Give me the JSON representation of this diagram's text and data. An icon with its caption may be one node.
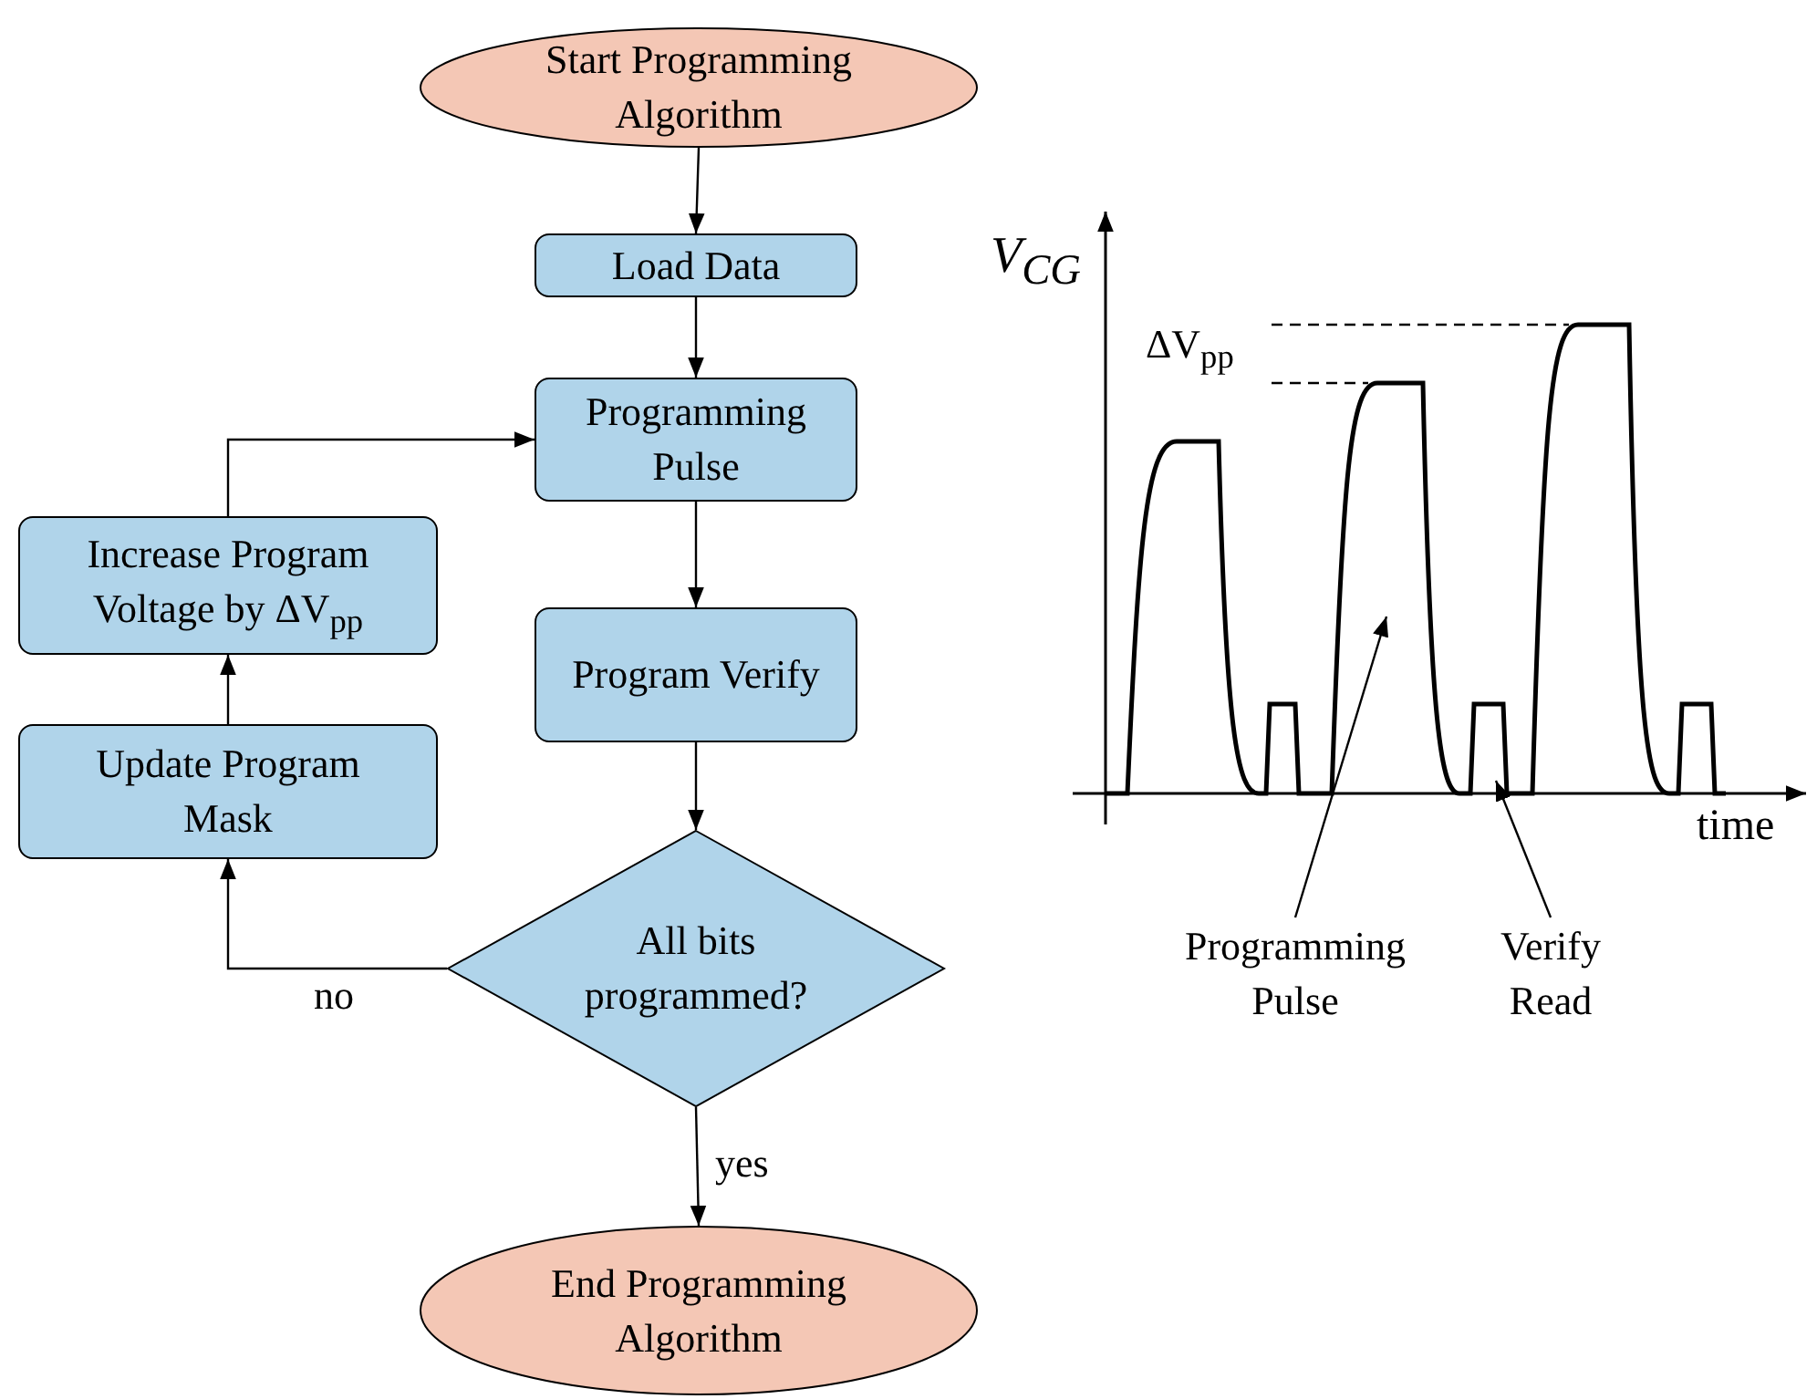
{
  "diagram": {
    "nodes": [
      {
        "text": [
          "Start Programming Algorithm"
        ]
      },
      {
        "text": [
          "Load Data"
        ]
      },
      {
        "text": [
          "Programming Pulse"
        ]
      },
      {
        "text": [
          "Program Verify"
        ]
      },
      {
        "text": [
          "All bits programmed?"
        ]
      },
      {
        "text": [
          "Update Program Mask"
        ]
      },
      {
        "text": [
          "Increase Program Voltage by ΔV$_{pp}$"
        ]
      },
      {
        "text": [
          "End Programming Algorithm"
        ]
      },
      {
        "text": [
          "Programming Pulse"
        ]
      },
      {
        "text": [
          "Verify Read"
        ]
      }
    ],
    "edges": [
      {
        "from": 0,
        "to": 1,
        "arrow": "to"
      },
      {
        "from": 1,
        "to": 2,
        "arrow": "to"
      },
      {
        "from": 2,
        "to": 3,
        "arrow": "to"
      },
      {
        "from": 3,
        "to": 4,
        "arrow": "to"
      },
      {
        "from": 4,
        "to": 5,
        "arrow": "to",
        "label": "no"
      },
      {
        "from": 5,
        "to": 6,
        "arrow": "to"
      },
      {
        "from": 6,
        "to": 2,
        "arrow": "to"
      },
      {
        "from": 4,
        "to": 7,
        "arrow": "to",
        "label": "yes"
      },
      {
        "from": 8,
        "to": null,
        "arrow": "to"
      },
      {
        "from": 9,
        "to": null,
        "arrow": "to"
      }
    ],
    "labels": [
      "V$_{CG}$",
      "ΔV$_{pp}$",
      "time"
    ]
  }
}
